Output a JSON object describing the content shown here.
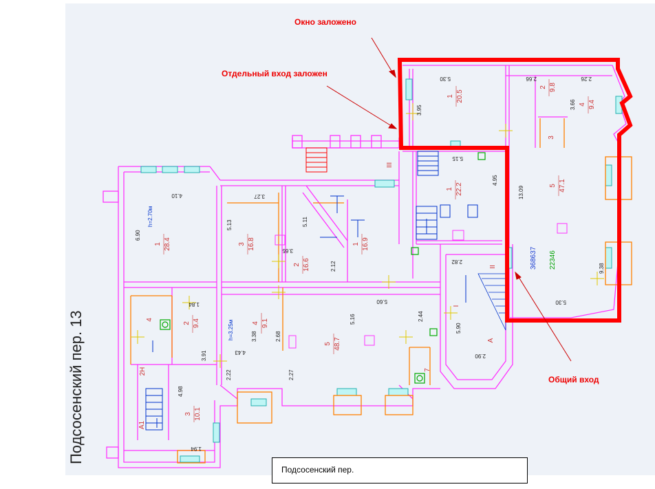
{
  "annotations": {
    "window_blocked": "Окно заложено",
    "separate_entrance_blocked": "Отдельный вход заложен",
    "common_entrance": "Общий вход"
  },
  "street": {
    "side_label": "Подсосенский пер. 13",
    "bottom_label": "Подсосенский пер."
  },
  "rooms": [
    {
      "num": "1",
      "area": "20.5"
    },
    {
      "num": "2",
      "area": "9.8"
    },
    {
      "num": "4",
      "area": "9.4"
    },
    {
      "num": "3",
      "area": ""
    },
    {
      "num": "5",
      "area": "47.1"
    },
    {
      "num": "1",
      "area": "22.2"
    },
    {
      "num": "1",
      "area": "28.4"
    },
    {
      "num": "3",
      "area": "16.8"
    },
    {
      "num": "1",
      "area": "16.9"
    },
    {
      "num": "2",
      "area": "16.6"
    },
    {
      "num": "4",
      "area": "9.1"
    },
    {
      "num": "5",
      "area": "48.7"
    },
    {
      "num": "2",
      "area": "9.4"
    },
    {
      "num": "3",
      "area": "10.1"
    },
    {
      "num": "4",
      "area": ""
    },
    {
      "num": "7",
      "area": ""
    },
    {
      "num": "A",
      "area": ""
    },
    {
      "num": "A1",
      "area": ""
    },
    {
      "num": "2Н",
      "area": ""
    },
    {
      "num": "I",
      "area": ""
    },
    {
      "num": "II",
      "area": ""
    },
    {
      "num": "III",
      "area": ""
    }
  ],
  "dimensions": [
    "5.30",
    "2.66",
    "2.26",
    "3.95",
    "3.66",
    "13.09",
    "4.95",
    "5.15",
    "4.10",
    "6.90",
    "3.27",
    "5.13",
    "5.11",
    "3.65",
    "2.12",
    "5.60",
    "5.16",
    "2.44",
    "1.84",
    "2.68",
    "3.38",
    "4.43",
    "3.91",
    "5.90",
    "2.82",
    "2.90",
    "2.22",
    "2.27",
    "4.98",
    "1.94",
    "9.38",
    "5.30"
  ],
  "heights": [
    "h=2.70м",
    "h=3.25м"
  ],
  "codes": {
    "blue": "368637",
    "green": "22346"
  },
  "colors": {
    "wall": "#ff33ff",
    "red": "#ff0000",
    "orange": "#ff8000",
    "blue": "#0033cc",
    "green": "#00aa00",
    "background": "#eef2f8"
  }
}
